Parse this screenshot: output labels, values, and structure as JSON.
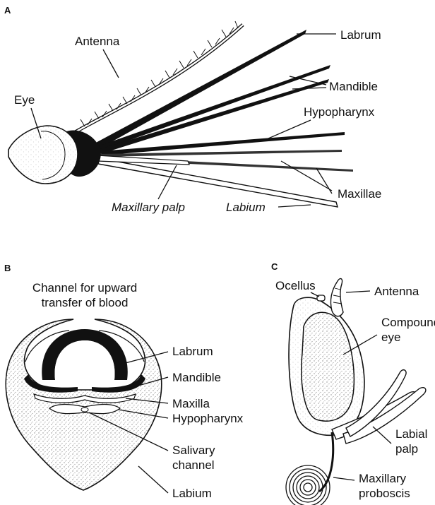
{
  "colors": {
    "ink": "#111111",
    "paper": "#ffffff",
    "stipple": "#9a9a9a"
  },
  "panels": {
    "a": {
      "letter": "A",
      "labels": {
        "antenna": "Antenna",
        "eye": "Eye",
        "labrum": "Labrum",
        "mandible": "Mandible",
        "hypopharynx": "Hypopharynx",
        "maxillae": "Maxillae",
        "maxillary_palp": "Maxillary palp",
        "labium": "Labium"
      }
    },
    "b": {
      "letter": "B",
      "labels": {
        "channel_line1": "Channel for upward",
        "channel_line2": "transfer of blood",
        "labrum": "Labrum",
        "mandible": "Mandible",
        "maxilla": "Maxilla",
        "hypopharynx": "Hypopharynx",
        "salivary_line1": "Salivary",
        "salivary_line2": "channel",
        "labium": "Labium"
      }
    },
    "c": {
      "letter": "C",
      "labels": {
        "ocellus": "Ocellus",
        "antenna": "Antenna",
        "compound_line1": "Compound",
        "compound_line2": "eye",
        "labial_line1": "Labial",
        "labial_line2": "palp",
        "maxillary_line1": "Maxillary",
        "maxillary_line2": "proboscis"
      }
    }
  }
}
